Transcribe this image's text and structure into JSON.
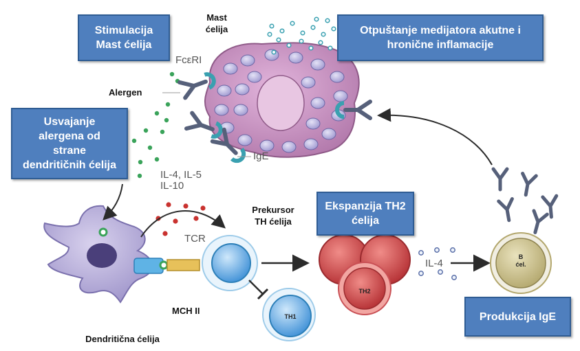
{
  "boxes": {
    "stimulation": "Stimulacija\nMast ćelija",
    "release": "Otpuštanje medijatora akutne i\nhronične inflamacije",
    "uptake": "Usvajanje\nalergena od\nstrane\ndendritičnih ćelija",
    "expansion": "Ekspanzija TH2\nćelija",
    "production": "Produkcija IgE"
  },
  "labels": {
    "mast_cell": "Mast\nćelija",
    "fceri": "FcεRI",
    "allergen": "Alergen",
    "ige": "IgE",
    "interleukins": "IL-4, IL-5\nIL-10",
    "precursor": "Prekursor\nTH ćelija",
    "tcr": "TCR",
    "mch": "MCH II",
    "dendritic": "Dendritična ćelija",
    "th1": "TH1",
    "th2": "TH2",
    "il4": "IL-4",
    "b_cell": "B\nćel."
  },
  "colors": {
    "box_fill": "#4f7fbe",
    "mast_cell": "#c98fc0",
    "granule": "#b8b3e0",
    "dendritic": "#b0a6d4",
    "th2": "#d0474a",
    "th1": "#3d8fd6",
    "b_cell": "#c9bf8a",
    "antibody": "#56607a",
    "allergen_dot": "#3aa35a",
    "cytokine_dot": "#c9322f"
  }
}
